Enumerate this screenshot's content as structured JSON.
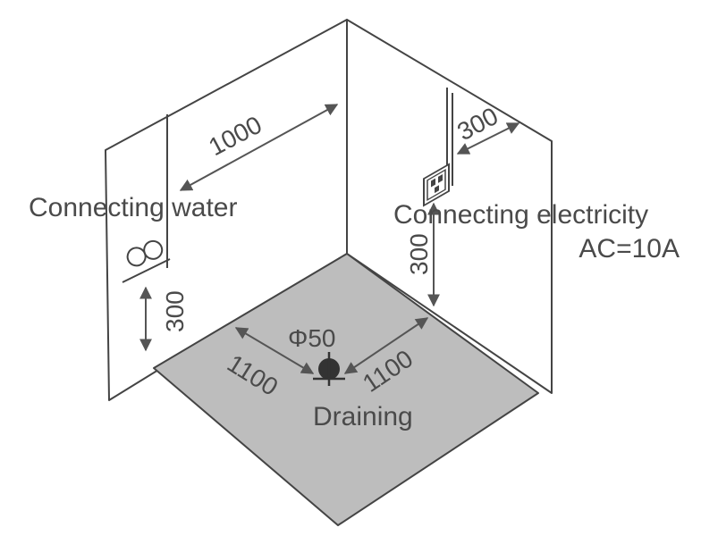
{
  "labels": {
    "water": "Connecting water",
    "electricity_line1": "Connecting electricity",
    "electricity_line2": "AC=10A",
    "draining": "Draining"
  },
  "dimensions": {
    "water_offset": "1000",
    "water_height": "300",
    "electric_offset": "300",
    "electric_height": "300",
    "drain_left": "1100",
    "drain_right": "1100",
    "drain_diameter": "Φ50"
  },
  "colors": {
    "floor": "#bdbdbd",
    "lines": "#444444",
    "text": "#4a4a4a"
  }
}
